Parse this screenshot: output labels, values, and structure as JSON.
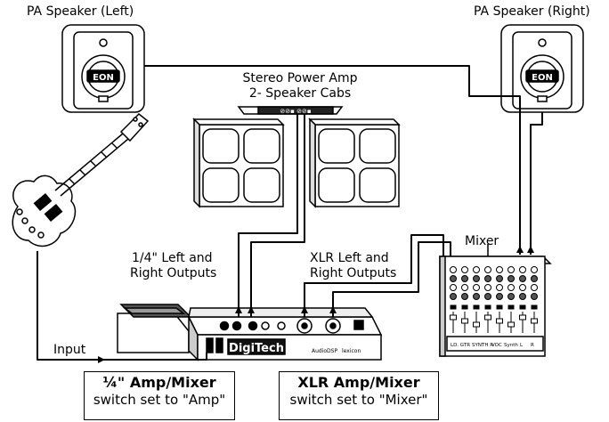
{
  "labels": {
    "pa_left": "PA Speaker (Left)",
    "pa_right": "PA Speaker (Right)",
    "stereo_amp_line1": "Stereo Power Amp",
    "stereo_amp_line2": "2- Speaker Cabs",
    "quarter_outputs_line1": "1/4\" Left and",
    "quarter_outputs_line2": "Right Outputs",
    "xlr_outputs_line1": "XLR Left and",
    "xlr_outputs_line2": "Right Outputs",
    "mixer": "Mixer",
    "input": "Input",
    "speaker_brand": "EON",
    "processor_brand": "DigiTech",
    "mixer_channels": [
      "LD. GTR",
      "SYNTH R",
      "VOC",
      "Synth",
      "L",
      "R"
    ]
  },
  "boxes": {
    "amp_switch_title": "¼\" Amp/Mixer",
    "amp_switch_text": "switch set to \"Amp\"",
    "xlr_switch_title": "XLR Amp/Mixer",
    "xlr_switch_text": "switch set to \"Mixer\""
  }
}
